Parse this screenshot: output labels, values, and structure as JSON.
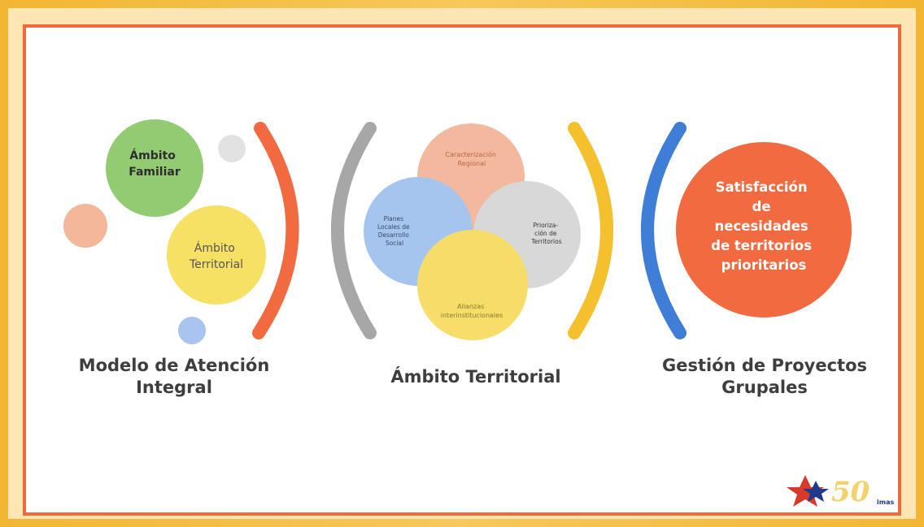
{
  "left": {
    "circle_familiar": "Ámbito Familiar",
    "circle_territorial": "Ámbito Territorial",
    "title": "Modelo de Atención Integral"
  },
  "middle": {
    "top": "Caracterización Regional",
    "left": "Planes Locales de Desarrollo Social",
    "right": "Prioriza-ción de Territorios",
    "bottom": "Alianzas interinstitucionales",
    "title": "Ámbito Territorial"
  },
  "right": {
    "big_circle": "Satisfacción de necesidades de territorios prioritarios",
    "title": "Gestión de Proyectos Grupales"
  },
  "logo": {
    "number": "50",
    "text": "imas"
  },
  "colors": {
    "border": "#ef6a3c",
    "green": "#8dc86a",
    "yellow": "#f5df5c",
    "orange": "#f26a40",
    "blue": "#3f7ed6",
    "gray": "#a7a7a7",
    "gold": "#f5c02d"
  }
}
